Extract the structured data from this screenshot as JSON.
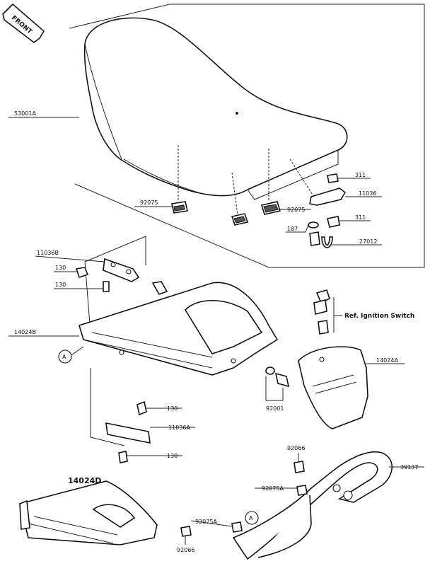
{
  "front_arrow": {
    "text": "FRONT"
  },
  "callouts": {
    "seat": "53001A",
    "seat_pad": "92075",
    "seat_pad_2": "92075",
    "nut_top": "311",
    "bracket": "11036",
    "nut_mid": "311",
    "washer": "187",
    "u_bolt": "27012",
    "bracket_b": "11036B",
    "bolt_1": "130",
    "bolt_2": "130",
    "cover_b": "14024B",
    "ref_a": "A",
    "ignition": "Ref. Ignition Switch",
    "cover_a": "14024A",
    "bolt_3": "92001",
    "bolt_4": "130",
    "bracket_a": "11036A",
    "bolt_5": "130",
    "cover_d": "14024D",
    "grommet_top": "92066",
    "grab_bar": "39137",
    "pad_a_1": "92075A",
    "pad_a_2": "92075A",
    "ref_a_2": "A",
    "grommet_bottom": "92066"
  }
}
